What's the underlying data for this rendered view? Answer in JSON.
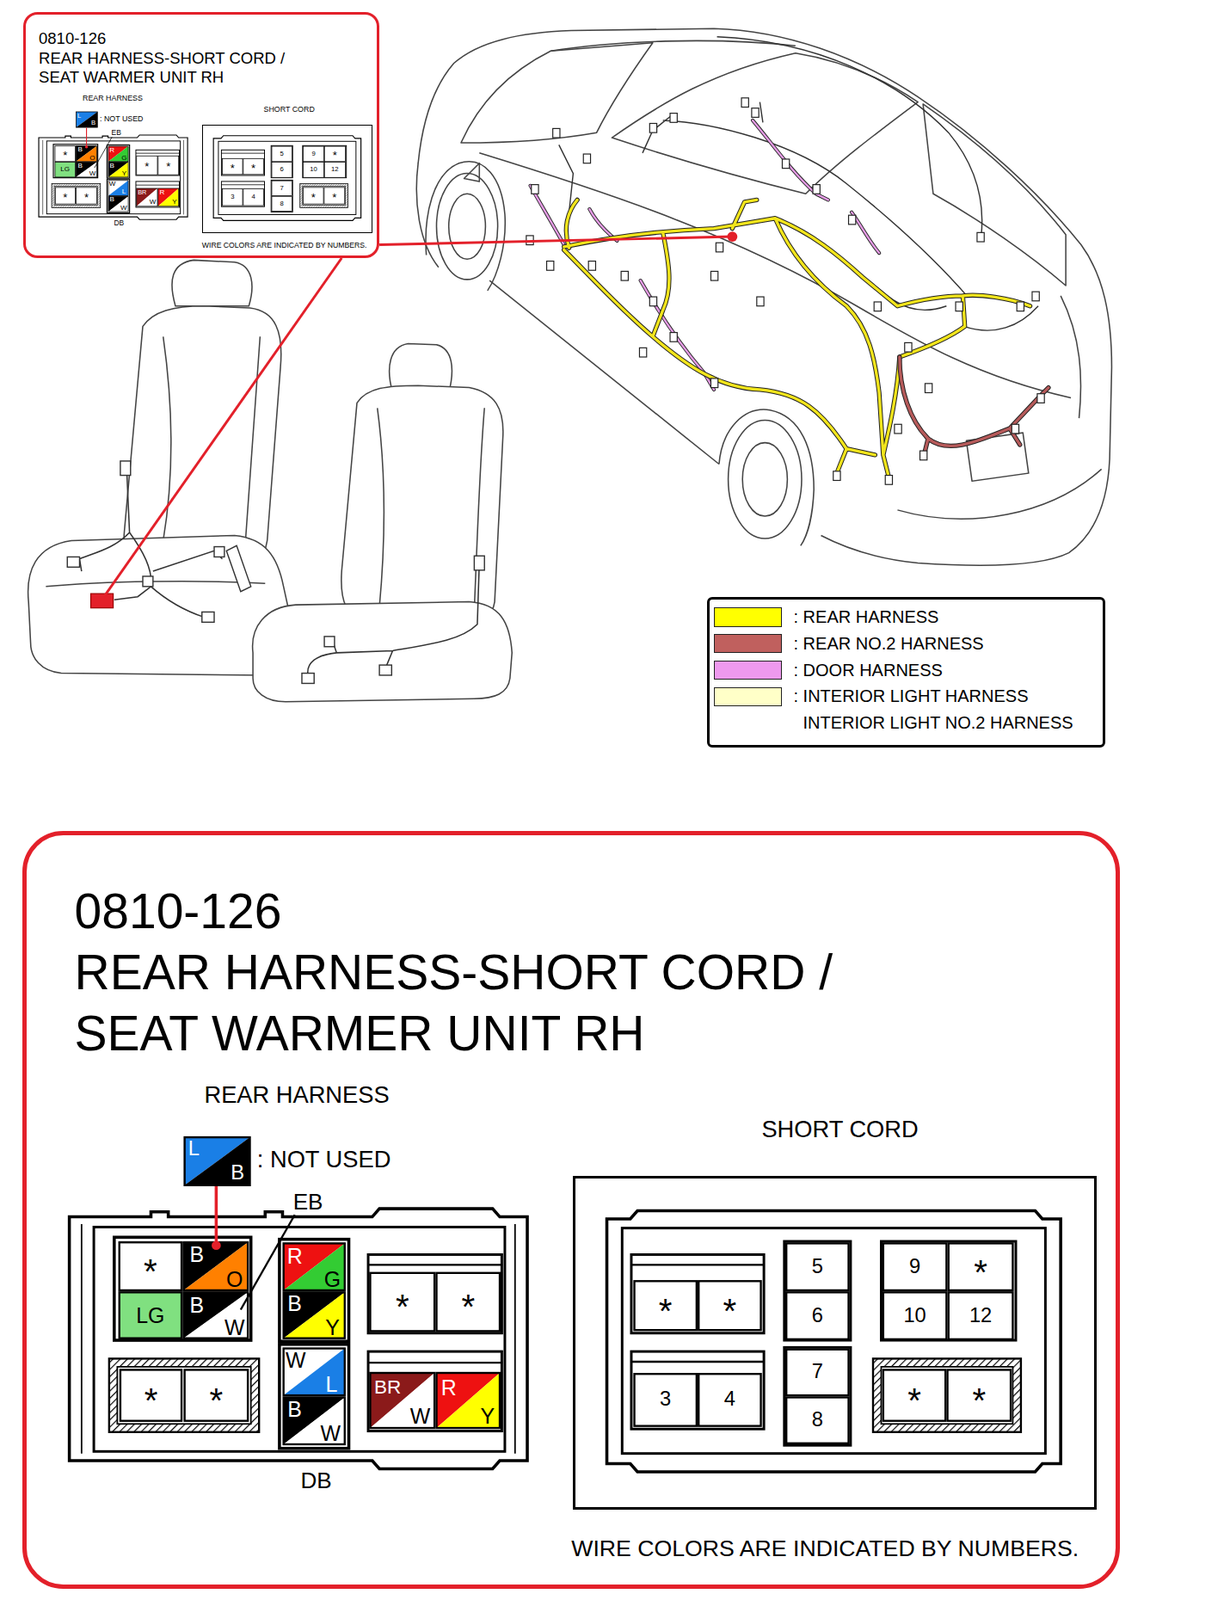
{
  "diagram": {
    "nodes": [
      {
        "text": [
          "0810-126",
          "REAR HARNESS-SHORT CORD /",
          "SEAT WARMER UNIT RH"
        ]
      },
      {
        "text": [
          "SHORT CORD"
        ],
        "in": 0
      },
      {
        "text": [
          "0810-126",
          "REAR HARNESS-SHORT CORD /",
          "SEAT WARMER UNIT RH"
        ]
      },
      {
        "text": [
          "SHORT CORD"
        ],
        "in": 2
      }
    ],
    "labels": [
      "REAR HARNESS",
      "L",
      "B",
      ": NOT USED",
      "EB",
      "*",
      "B",
      "O",
      "LG",
      "B",
      "W",
      "R",
      "G",
      "B",
      "Y",
      "*",
      "*",
      "*",
      "*",
      "W",
      "L",
      "B",
      "W",
      "BR",
      "W",
      "R",
      "Y",
      "DB",
      "*",
      "*",
      "5",
      "6",
      "9",
      "*",
      "10",
      "12",
      "3",
      "4",
      "7",
      "8",
      "*",
      "*",
      "WIRE COLORS ARE INDICATED BY NUMBERS.",
      "REAR HARNESS",
      "L",
      "B",
      ": NOT USED",
      "EB",
      "*",
      "B",
      "O",
      "LG",
      "B",
      "W",
      "R",
      "G",
      "B",
      "Y",
      "*",
      "*",
      "*",
      "*",
      "W",
      "L",
      "B",
      "W",
      "BR",
      "W",
      "R",
      "Y",
      "DB",
      "*",
      "*",
      "5",
      "6",
      "9",
      "*",
      "10",
      "12",
      "3",
      "4",
      "7",
      "8",
      "*",
      "*",
      "WIRE COLORS ARE INDICATED BY NUMBERS."
    ],
    "legend": [
      {
        "text": ": REAR HARNESS",
        "color": "#ffff00"
      },
      {
        "text": ": REAR NO.2 HARNESS",
        "color": "#c0605e"
      },
      {
        "text": ": DOOR HARNESS",
        "color": "#ee99ee"
      },
      {
        "text": ": INTERIOR LIGHT HARNESS INTERIOR LIGHT NO.2 HARNESS",
        "color": "#ffffc8"
      }
    ]
  }
}
